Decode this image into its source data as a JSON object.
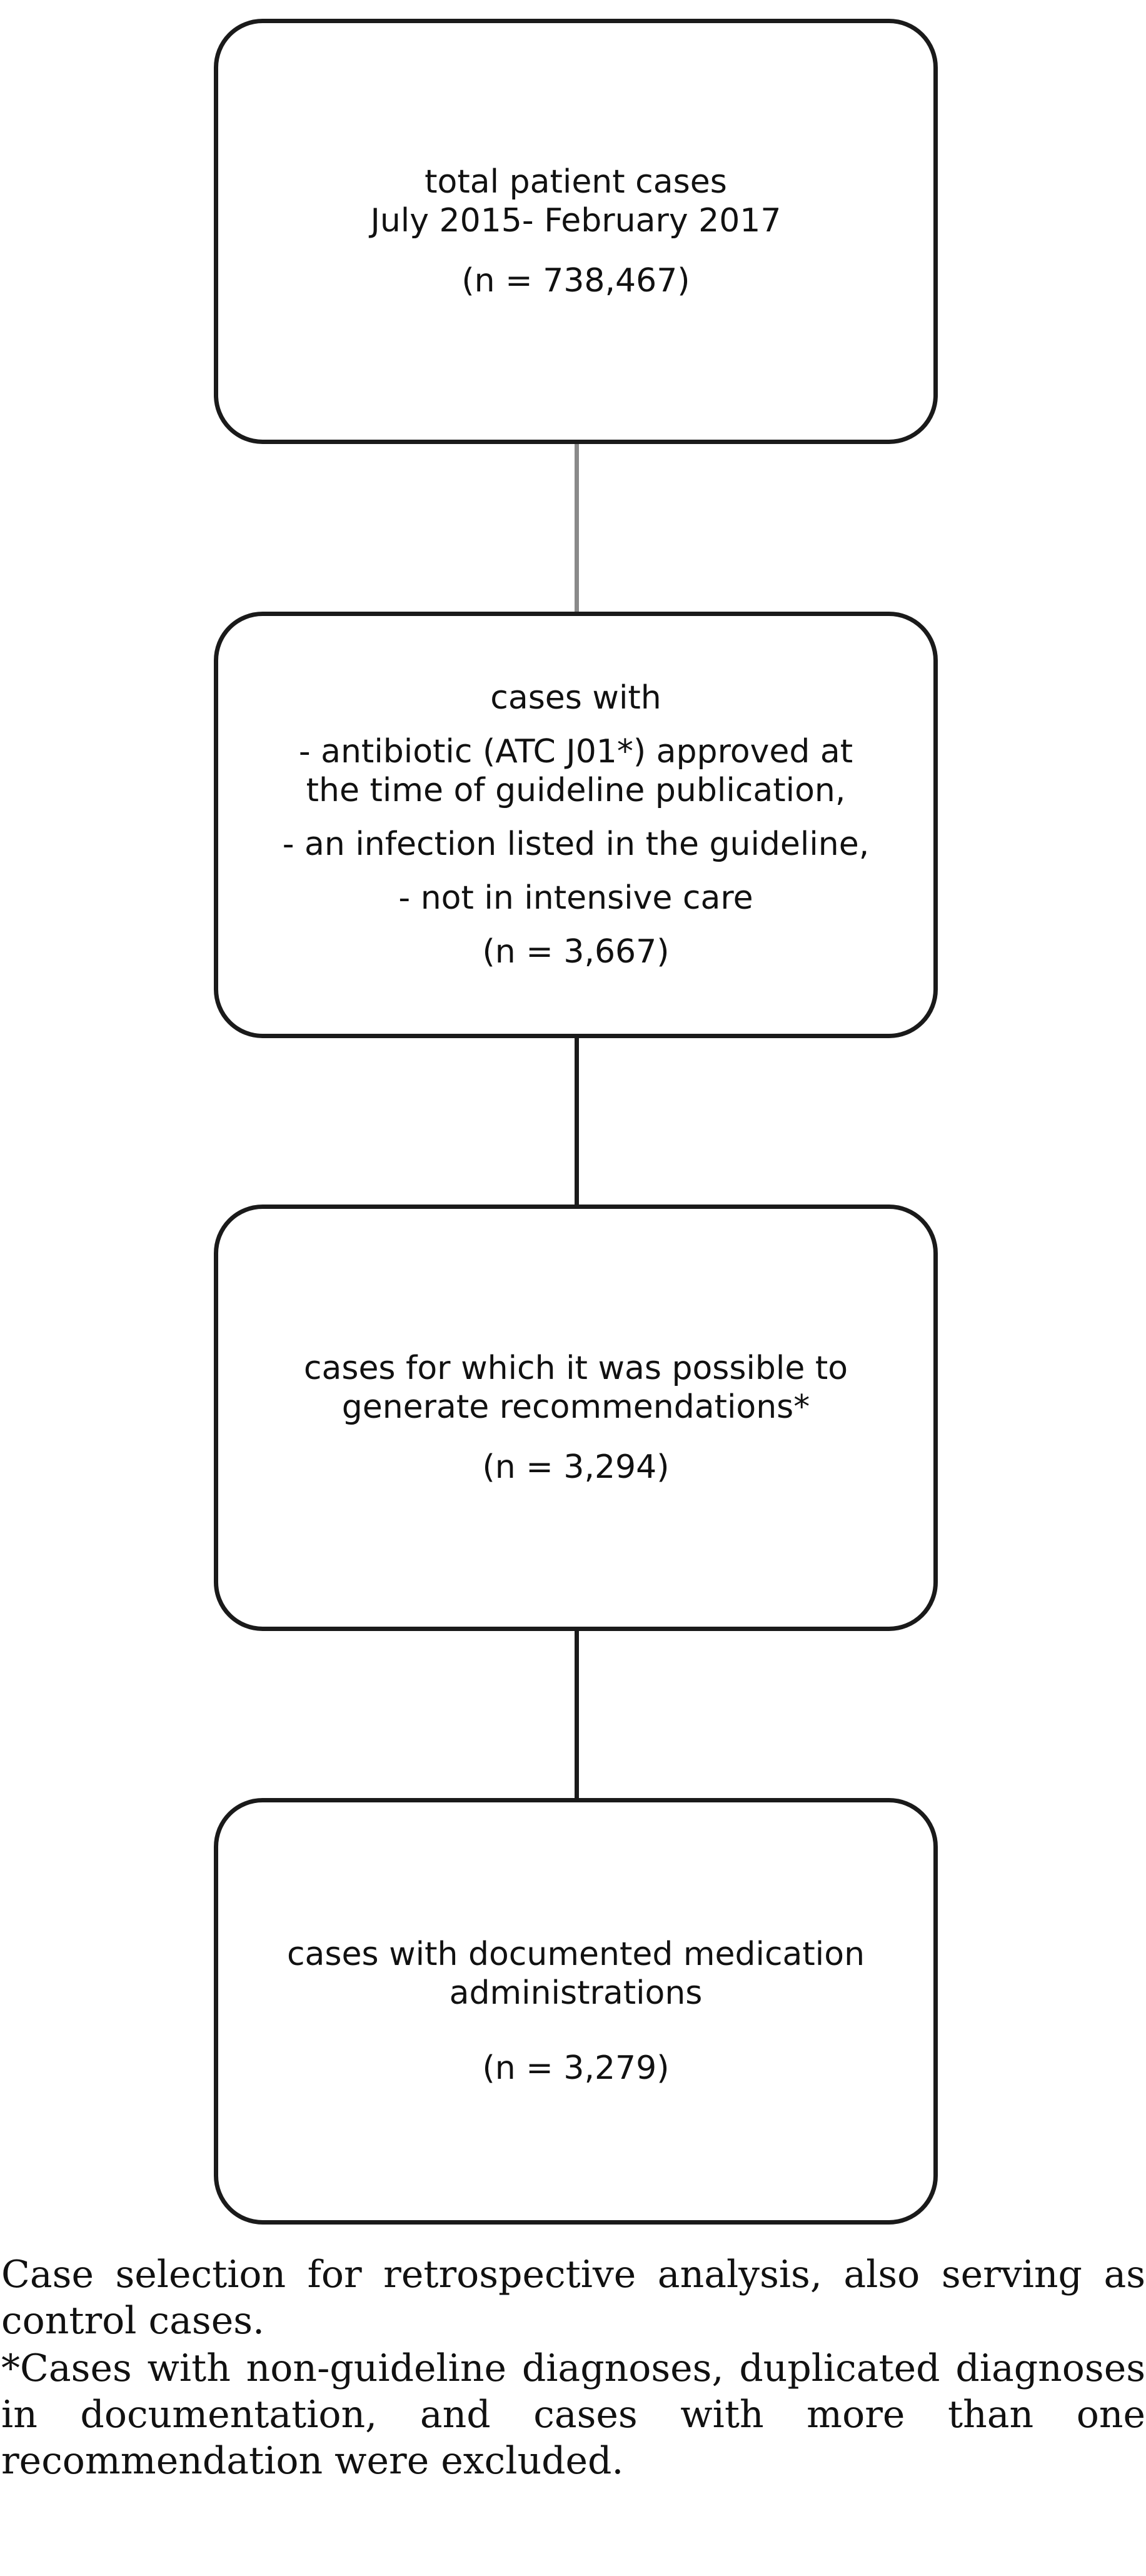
{
  "boxes": [
    {
      "lines": [
        "total patient cases",
        "July 2015- February 2017"
      ],
      "count": "(n = 738,467)"
    },
    {
      "lines": [
        "cases with",
        "- antibiotic (ATC J01*) approved at",
        "the time of guideline publication,",
        "- an infection listed in the guideline,",
        "- not in intensive care"
      ],
      "count": "(n = 3,667)"
    },
    {
      "lines": [
        "cases for which it was possible to",
        "generate recommendations*"
      ],
      "count": "(n = 3,294)"
    },
    {
      "lines": [
        "cases with documented medication",
        "administrations"
      ],
      "count": "(n = 3,279)"
    }
  ],
  "caption": {
    "main": "Case selection for retrospective analysis, also serving as control cases.",
    "footnote": "*Cases with non-guideline diagnoses, duplicated diagnoses in documentation, and cases with more than one recommendation were excluded."
  }
}
